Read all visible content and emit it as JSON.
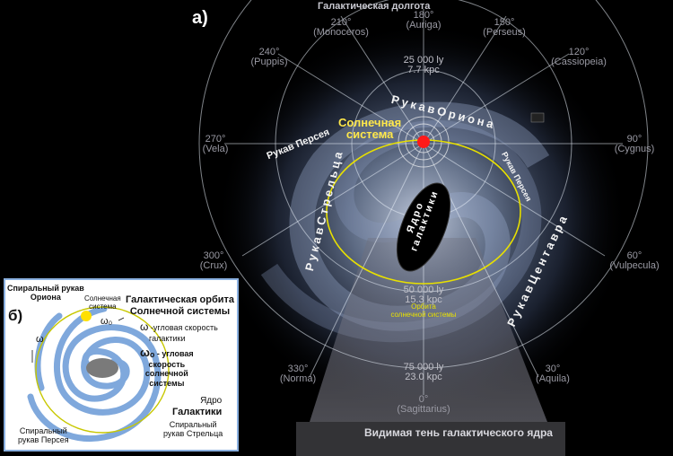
{
  "panel_a": {
    "label": "а)",
    "axis_title": "Галактическая долгота",
    "longitudes": [
      {
        "deg": "180°",
        "name": "(Auriga)"
      },
      {
        "deg": "210°",
        "name": "(Monoceros)"
      },
      {
        "deg": "150°",
        "name": "(Perseus)"
      },
      {
        "deg": "240°",
        "name": "(Puppis)"
      },
      {
        "deg": "120°",
        "name": "(Cassiopeia)"
      },
      {
        "deg": "270°",
        "name": "(Vela)"
      },
      {
        "deg": "90°",
        "name": "(Cygnus)"
      },
      {
        "deg": "300°",
        "name": "(Crux)"
      },
      {
        "deg": "60°",
        "name": "(Vulpecula)"
      },
      {
        "deg": "330°",
        "name": "(Norma)"
      },
      {
        "deg": "30°",
        "name": "(Aquila)"
      },
      {
        "deg": "0°",
        "name": "(Sagittarius)"
      }
    ],
    "distances": {
      "d25": {
        "ly": "25 000 ly",
        "kpc": "7.7 kpc"
      },
      "d50": {
        "ly": "50 000 ly",
        "kpc": "15.3 kpc"
      },
      "d75": {
        "ly": "75 000 ly",
        "kpc": "23.0 kpc"
      }
    },
    "arms": {
      "orion": "РукавОриона",
      "perseus_left": "Рукав Персея",
      "perseus_right": "Рукав Персея",
      "sagittarius": "РукавСтрельца",
      "centaurus": "РукавЦентавра"
    },
    "solar_system": [
      "Солнечная",
      "система"
    ],
    "core": [
      "Ядро",
      "галактики"
    ],
    "orbit_label": [
      "Орбита",
      "солнечной системы"
    ],
    "shadow_label": "Видимая тень галактического ядра",
    "colors": {
      "sun": "#ff1a1a",
      "orbit": "#e8e000",
      "label_yellow": "#ffe84a"
    }
  },
  "panel_b": {
    "label": "б)",
    "orion_arm": [
      "Спиральный рукав",
      "Ориона"
    ],
    "solar_system": [
      "Солнечная",
      "система"
    ],
    "orbit_title": [
      "Галактическая орбита",
      "Солнечной системы"
    ],
    "omega_o_symbol": "ω₀",
    "omega_symbol": "ω",
    "omega_text": [
      "-угловая скорость",
      "галактики"
    ],
    "omega_zero_symbol": "ωₒ",
    "omega_zero_text": [
      "- угловая",
      "скорость",
      "солнечной",
      "системы"
    ],
    "core": [
      "Ядро",
      "Галактики"
    ],
    "perseus_arm": [
      "Спиральный",
      "рукав Персея"
    ],
    "sagittarius_arm": [
      "Спиральный",
      "рукав Стрельца"
    ],
    "colors": {
      "arms": "#7fa8dc",
      "orbit": "#c8c800",
      "sun": "#ffe000",
      "core": "#7a7a7a"
    }
  }
}
